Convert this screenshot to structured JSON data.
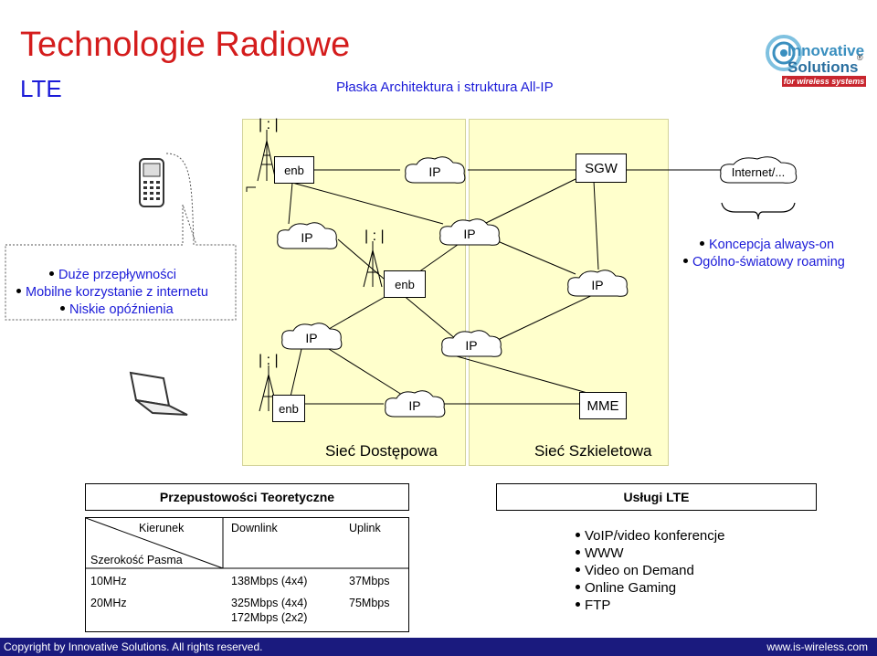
{
  "header": {
    "title": "Technologie Radiowe",
    "subtitle": "LTE",
    "tagline": "Płaska Architektura i struktura All-IP"
  },
  "logo": {
    "line1": "Innovative",
    "line2": "Solutions",
    "band": "for wireless systems",
    "reg": "®"
  },
  "diagram": {
    "top_row": {
      "enb": "enb",
      "cloud": "IP",
      "sgw": "SGW",
      "internet": "Internet/..."
    },
    "mid_row": {
      "cloud_left": "IP",
      "enb": "enb",
      "cloud_mid": "IP",
      "cloud_right": "IP"
    },
    "low_row": {
      "cloud_left": "IP",
      "cloud_right": "IP"
    },
    "bottom_row": {
      "enb": "enb",
      "cloud": "IP",
      "mme": "MME"
    },
    "antenna_symbol": "| : |",
    "zone_access": "Sieć Dostępowa",
    "zone_core": "Sieć Szkieletowa"
  },
  "callout_left": {
    "items": [
      "Duże przepływności",
      "Mobilne korzystanie z internetu",
      "Niskie opóźnienia"
    ]
  },
  "callout_right": {
    "items": [
      "Koncepcja always-on",
      "Ogólno-światowy roaming"
    ]
  },
  "throughput": {
    "title": "Przepustowości Teoretyczne",
    "header_kierunek": "Kierunek",
    "header_pasmo": "Szerokość Pasma",
    "header_downlink": "Downlink",
    "header_uplink": "Uplink",
    "rows": [
      {
        "bw": "10MHz",
        "down": "138Mbps (4x4)",
        "down2": "",
        "up": "37Mbps"
      },
      {
        "bw": "20MHz",
        "down": "325Mbps (4x4)",
        "down2": "172Mbps (2x2)",
        "up": "75Mbps"
      }
    ]
  },
  "services": {
    "title": "Usługi LTE",
    "items": [
      "VoIP/video konferencje",
      "WWW",
      "Video on Demand",
      "Online Gaming",
      "FTP"
    ]
  },
  "footer": {
    "copyright": "Copyright by Innovative Solutions. All rights reserved.",
    "url": "www.is-wireless.com"
  },
  "colors": {
    "title": "#d41c1c",
    "accent_blue": "#1b1bd8",
    "zone_fill": "#ffffcc",
    "footer_bg": "#1a1a7e"
  }
}
